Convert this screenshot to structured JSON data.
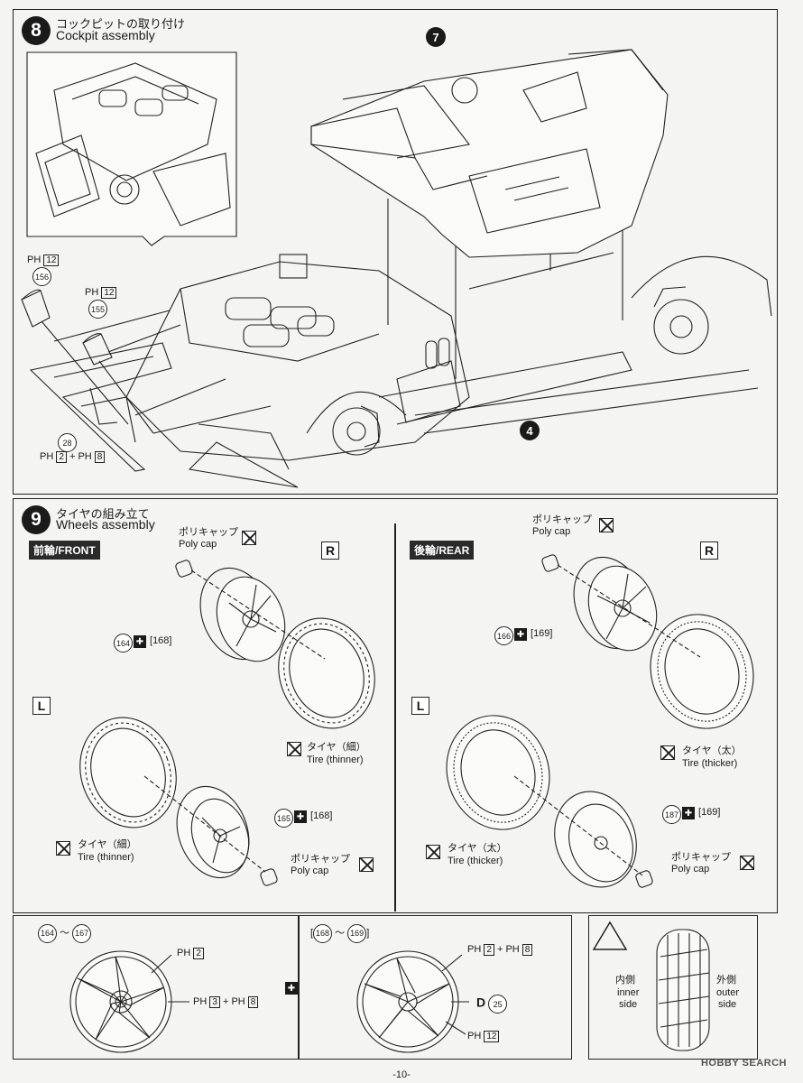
{
  "step8": {
    "number": "8",
    "title_jp": "コックピットの取り付け",
    "title_en": "Cockpit assembly",
    "callout_7": "7",
    "callout_4": "4",
    "parts": {
      "p156": "156",
      "p155": "155",
      "p28": "28",
      "ph_156_label": "PH",
      "ph_156_num": "12",
      "ph_155_label": "PH",
      "ph_155_num": "12",
      "ph_28_a": "2",
      "ph_28_b": "8"
    }
  },
  "step9": {
    "number": "9",
    "title_jp": "タイヤの組み立て",
    "title_en": "Wheels assembly",
    "front": {
      "tag": "前輪/FRONT",
      "r_label": "R",
      "l_label": "L",
      "polycap_jp_top": "ポリキャップ",
      "polycap_en_top": "Poly cap",
      "polycap_jp_bottom": "ポリキャップ",
      "polycap_en_bottom": "Poly cap",
      "tire_jp_right": "タイヤ（細）",
      "tire_en_right": "Tire (thinner)",
      "tire_jp_left": "タイヤ（細）",
      "tire_en_left": "Tire (thinner)",
      "part_r": "164",
      "bracket_r": "168",
      "part_l": "165",
      "bracket_l": "168"
    },
    "rear": {
      "tag": "後輪/REAR",
      "r_label": "R",
      "l_label": "L",
      "polycap_jp_top": "ポリキャップ",
      "polycap_en_top": "Poly cap",
      "polycap_jp_bottom": "ポリキャップ",
      "polycap_en_bottom": "Poly cap",
      "tire_jp_right": "タイヤ（太）",
      "tire_en_right": "Tire (thicker)",
      "tire_jp_left": "タイヤ（太）",
      "tire_en_left": "Tire (thicker)",
      "part_r": "166",
      "bracket_r": "169",
      "part_l": "187",
      "bracket_l": "169"
    }
  },
  "paint": {
    "left_range_a": "164",
    "left_range_b": "167",
    "left_ph_1": "2",
    "left_ph_2a": "3",
    "left_ph_2b": "8",
    "right_range_a": "168",
    "right_range_b": "169",
    "right_ph_1a": "2",
    "right_ph_1b": "8",
    "right_d": "D",
    "right_d_num": "25",
    "right_ph_2": "12"
  },
  "tire_direction": {
    "inner_jp": "内側",
    "inner_en_1": "inner",
    "inner_en_2": "side",
    "outer_jp": "外側",
    "outer_en_1": "outer",
    "outer_en_2": "side"
  },
  "footer": {
    "page": "-10-"
  },
  "watermark": "HOBBY SEARCH"
}
